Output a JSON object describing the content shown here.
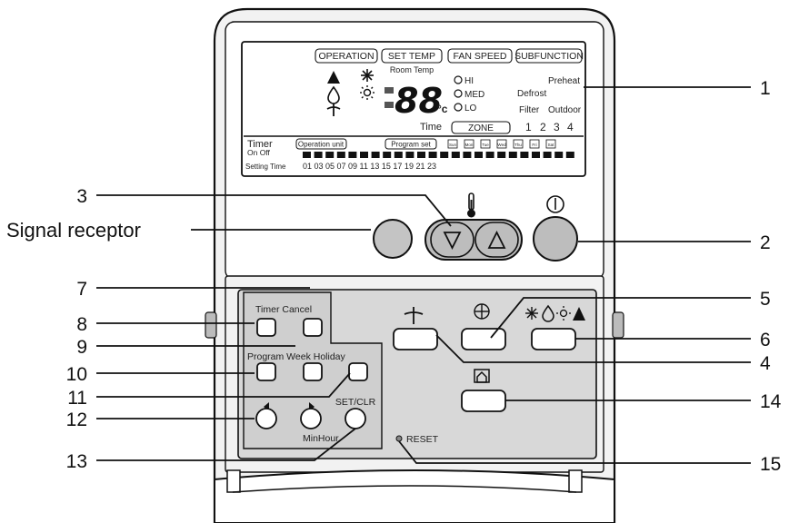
{
  "lcd": {
    "headers": {
      "operation": "OPERATION",
      "set_temp": "SET TEMP",
      "fan_speed": "FAN SPEED",
      "subfunction": "SUBFUNCTION"
    },
    "room_temp": "Room Temp",
    "temp_digits": "88",
    "temp_unit": "°c",
    "fan_levels": [
      "HI",
      "MED",
      "LO"
    ],
    "time_label": "Time",
    "zone_label": "ZONE",
    "sub_labels": {
      "preheat": "Preheat",
      "defrost": "Defrost",
      "filter": "Filter",
      "outdoor": "Outdoor"
    },
    "zones": [
      "1",
      "2",
      "3",
      "4"
    ],
    "timer_label": "Timer",
    "on_off_label": "On  Off",
    "operation_unit": "Operation unit",
    "program_set": "Program set",
    "days": [
      "Sun",
      "Mon",
      "Tue",
      "Wed",
      "Thu",
      "Fri",
      "Sat"
    ],
    "setting_time_label": "Setting Time",
    "hours": "01 03 05 07 09 11 13 15 17 19 21 23"
  },
  "panel": {
    "timer_cancel": "Timer Cancel",
    "program_week_holiday": "Program Week Holiday",
    "set_clr": "SET/CLR",
    "min_hour": "MinHour",
    "reset": "RESET"
  },
  "callouts": {
    "signal_receptor": "Signal receptor",
    "left": [
      "3",
      "7",
      "8",
      "9",
      "10",
      "11",
      "12",
      "13"
    ],
    "right": [
      "1",
      "2",
      "5",
      "6",
      "4",
      "14",
      "15"
    ]
  },
  "colors": {
    "panel_gray": "#d8d8d8",
    "inner_gray": "#cfcfcf",
    "button_gray": "#bdbdbd",
    "lcd_bg": "#ffffff",
    "line": "#111111"
  },
  "icons": [
    "mode-cool-icon",
    "mode-dry-icon",
    "mode-fan-icon",
    "mode-heat-icon",
    "mode-auto-icon",
    "thermometer-icon",
    "power-icon",
    "swing-icon",
    "fan-speed-icon",
    "home-icon",
    "down-arrow-icon",
    "up-arrow-icon"
  ]
}
